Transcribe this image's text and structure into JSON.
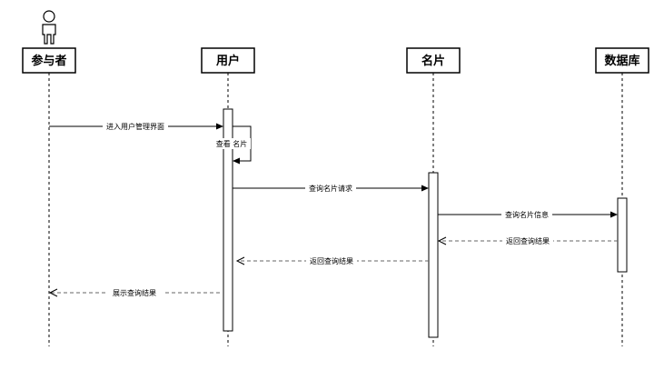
{
  "colors": {
    "line": "#000000",
    "return_line": "#666666",
    "background": "#ffffff"
  },
  "participants": [
    {
      "id": "actor",
      "name": "参与者",
      "icon": "actor-icon"
    },
    {
      "id": "user",
      "name": "用户"
    },
    {
      "id": "card",
      "name": "名片"
    },
    {
      "id": "db",
      "name": "数据库"
    }
  ],
  "messages": [
    {
      "label": "进入用户管理界面",
      "kind": "sync"
    },
    {
      "label": "查看 名片",
      "kind": "self"
    },
    {
      "label": "查询名片请求",
      "kind": "sync"
    },
    {
      "label": "查询名片信息",
      "kind": "sync"
    },
    {
      "label": "返回查询结果",
      "kind": "return"
    },
    {
      "label": "返回查询结果",
      "kind": "return"
    },
    {
      "label": "展示查询结果",
      "kind": "return"
    }
  ]
}
